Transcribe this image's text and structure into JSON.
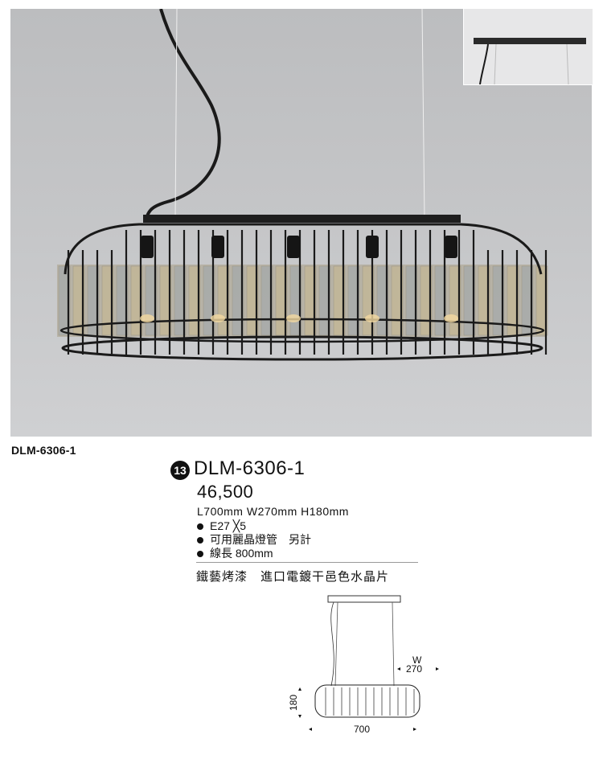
{
  "photo": {
    "alt_icon": "cage-crystal-pendant-photo"
  },
  "inset": {
    "alt_icon": "ceiling-canopy-photo"
  },
  "caption": "DLM-6306-1",
  "badge_number": "13",
  "model": "DLM-6306-1",
  "price": "46,500",
  "dimensions": "L700mm W270mm H180mm",
  "specs": [
    "E27 ╳5",
    "可用麗晶燈管　另計",
    "線長 800mm"
  ],
  "material": "鐵藝烤漆　進口電鍍干邑色水晶片",
  "drawing": {
    "width_label": "W",
    "width_value": "270",
    "height_value": "180",
    "length_value": "700"
  },
  "colors": {
    "background": "#ffffff",
    "photo_bg": "#c4c5c7",
    "frame": "#1a1a1a",
    "crystal": "#b7a27a"
  }
}
